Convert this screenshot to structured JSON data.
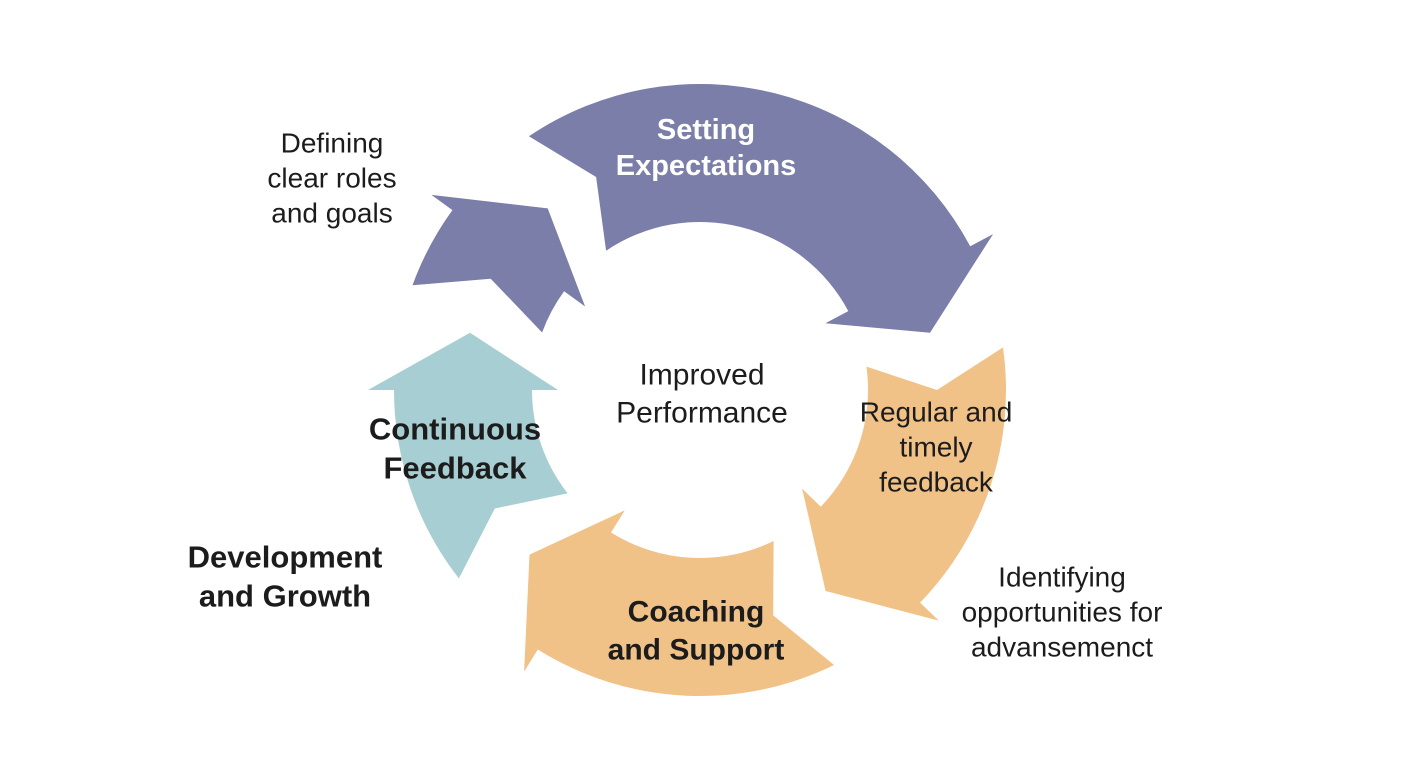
{
  "diagram": {
    "type": "cycle",
    "center_label": "Improved\nPerformance"
  },
  "colors": {
    "purple": "#7b7ea9",
    "orange": "#f1c287",
    "teal": "#a7ced2",
    "text_dark": "#1c1c1c",
    "text_light": "#ffffff",
    "background": "#ffffff"
  },
  "labels": {
    "setting_expectations": "Setting\nExpectations",
    "defining_roles": "Defining\nclear roles\nand goals",
    "center": "Improved\nPerformance",
    "regular_feedback": "Regular and\ntimely\nfeedback",
    "identifying_opportunities": "Identifying\nopportunities for\nadvansemenct",
    "continuous_feedback": "Continuous\nFeedback",
    "development_growth": "Development\nand Growth",
    "coaching_support": "Coaching\nand Support"
  },
  "segments": [
    {
      "id": "setting-expectations",
      "color": "purple"
    },
    {
      "id": "regular-feedback",
      "color": "orange"
    },
    {
      "id": "coaching-support",
      "color": "orange"
    },
    {
      "id": "continuous-feedback",
      "color": "teal"
    },
    {
      "id": "defining-roles",
      "color": "purple"
    }
  ]
}
